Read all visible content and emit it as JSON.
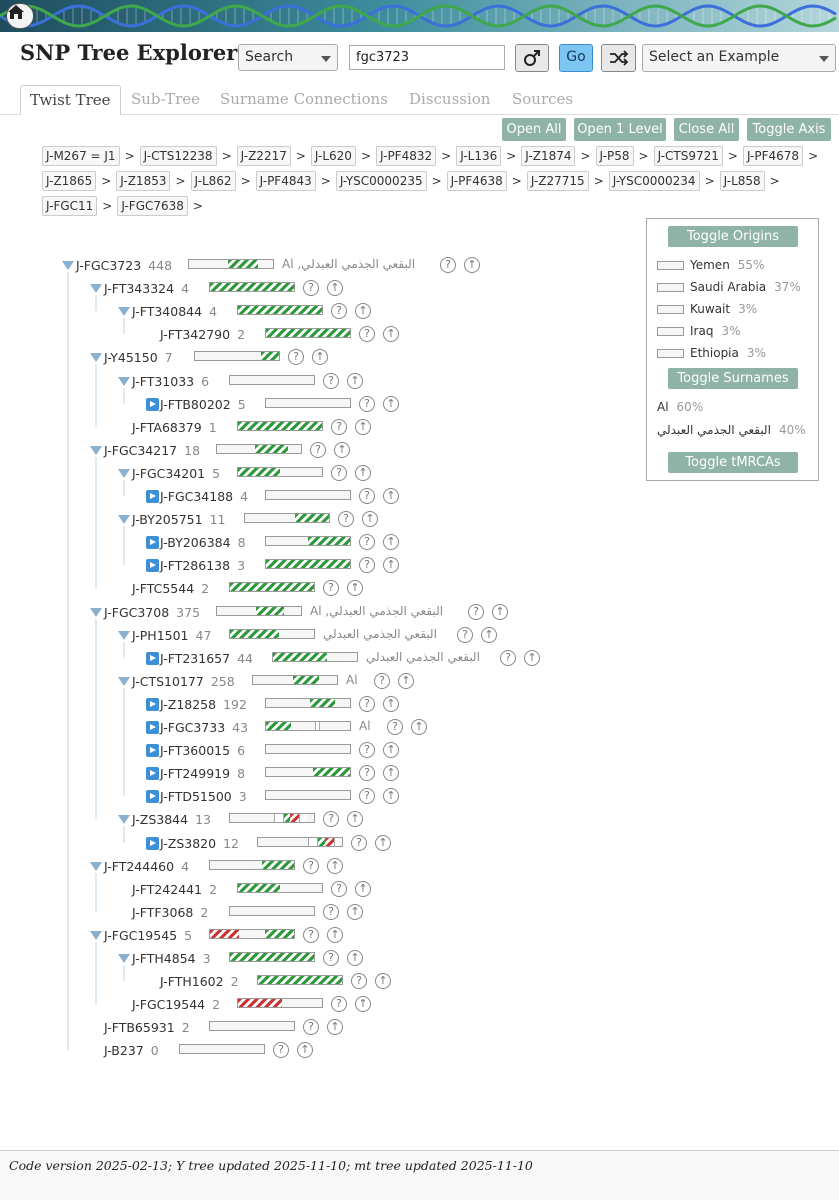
{
  "header": {
    "title": "SNP Tree Explorer",
    "search_mode": "Search",
    "search_value": "fgc3723",
    "go_label": "Go",
    "example_placeholder": "Select an Example"
  },
  "tabs": [
    "Twist Tree",
    "Sub-Tree",
    "Surname Connections",
    "Discussion",
    "Sources"
  ],
  "actions": [
    "Open All",
    "Open 1 Level",
    "Close All",
    "Toggle Axis"
  ],
  "breadcrumb": [
    [
      "J-M267 = J1",
      "J-CTS12238",
      "J-Z2217",
      "J-L620",
      "J-PF4832",
      "J-L136",
      "J-Z1874",
      "J-P58",
      "J-CTS9721",
      "J-PF4678"
    ],
    [
      "J-Z1865",
      "J-Z1853",
      "J-L862",
      "J-PF4843",
      "J-YSC0000235",
      "J-PF4638",
      "J-Z27715",
      "J-YSC0000234",
      "J-L858"
    ],
    [
      "J-FGC11",
      "J-FGC7638"
    ]
  ],
  "legend": {
    "origins_button": "Toggle Origins",
    "origins": [
      {
        "name": "Yemen",
        "pct": "55%",
        "type": "ye"
      },
      {
        "name": "Saudi Arabia",
        "pct": "37%",
        "type": "sa"
      },
      {
        "name": "Kuwait",
        "pct": "3%",
        "type": "kw"
      },
      {
        "name": "Iraq",
        "pct": "3%",
        "type": "iq"
      },
      {
        "name": "Ethiopia",
        "pct": "3%",
        "type": "et"
      }
    ],
    "surnames_button": "Toggle Surnames",
    "surnames": [
      {
        "name": "Al",
        "pct": "60%"
      },
      {
        "name": "البقعي الجذمي العبدلي",
        "pct": "40%"
      }
    ],
    "tmrca_button": "Toggle tMRCAs"
  },
  "tree": [
    {
      "snp": "J-FGC3723",
      "count": "448",
      "depth": 0,
      "kind": "open",
      "surname": "Al ,البقعي الجذمي العبدلي",
      "segs": [
        {
          "c": "sa",
          "s": 0.47,
          "w": 0.35
        }
      ]
    },
    {
      "snp": "J-FT343324",
      "count": "4",
      "depth": 1,
      "kind": "open",
      "segs": [
        {
          "c": "sa",
          "s": 0,
          "w": 1
        }
      ]
    },
    {
      "snp": "J-FT340844",
      "count": "4",
      "depth": 2,
      "kind": "open",
      "segs": [
        {
          "c": "sa",
          "s": 0,
          "w": 1
        }
      ]
    },
    {
      "snp": "J-FT342790",
      "count": "2",
      "depth": 3,
      "kind": "leaf",
      "segs": [
        {
          "c": "sa",
          "s": 0,
          "w": 1
        }
      ]
    },
    {
      "snp": "J-Y45150",
      "count": "7",
      "depth": 1,
      "kind": "open",
      "segs": [
        {
          "c": "sa",
          "s": 0.79,
          "w": 0.21
        }
      ]
    },
    {
      "snp": "J-FT31033",
      "count": "6",
      "depth": 2,
      "kind": "open",
      "segs": []
    },
    {
      "snp": "J-FTB80202",
      "count": "5",
      "depth": 3,
      "kind": "closed",
      "segs": []
    },
    {
      "snp": "J-FTA68379",
      "count": "1",
      "depth": 2,
      "kind": "leaf",
      "segs": [
        {
          "c": "sa",
          "s": 0,
          "w": 1
        }
      ]
    },
    {
      "snp": "J-FGC34217",
      "count": "18",
      "depth": 1,
      "kind": "open",
      "segs": [
        {
          "c": "sa",
          "s": 0.45,
          "w": 0.4
        }
      ]
    },
    {
      "snp": "J-FGC34201",
      "count": "5",
      "depth": 2,
      "kind": "open",
      "segs": [
        {
          "c": "sa",
          "s": 0,
          "w": 0.5
        }
      ]
    },
    {
      "snp": "J-FGC34188",
      "count": "4",
      "depth": 3,
      "kind": "closed",
      "segs": []
    },
    {
      "snp": "J-BY205751",
      "count": "11",
      "depth": 2,
      "kind": "open",
      "segs": [
        {
          "c": "sa",
          "s": 0.6,
          "w": 0.4
        }
      ]
    },
    {
      "snp": "J-BY206384",
      "count": "8",
      "depth": 3,
      "kind": "closed",
      "segs": [
        {
          "c": "sa",
          "s": 0.5,
          "w": 0.5
        }
      ]
    },
    {
      "snp": "J-FT286138",
      "count": "3",
      "depth": 3,
      "kind": "closed",
      "segs": [
        {
          "c": "sa",
          "s": 0,
          "w": 1
        }
      ]
    },
    {
      "snp": "J-FTC5544",
      "count": "2",
      "depth": 2,
      "kind": "leaf",
      "segs": [
        {
          "c": "sa",
          "s": 0,
          "w": 1
        }
      ]
    },
    {
      "snp": "J-FGC3708",
      "count": "375",
      "depth": 1,
      "kind": "open",
      "surname": "Al ,البقعي الجذمي العبدلي",
      "segs": [
        {
          "c": "sa",
          "s": 0.47,
          "w": 0.33
        }
      ]
    },
    {
      "snp": "J-PH1501",
      "count": "47",
      "depth": 2,
      "kind": "open",
      "surname": "البقعي الجذمي العبدلي",
      "segs": [
        {
          "c": "sa",
          "s": 0,
          "w": 0.58
        }
      ]
    },
    {
      "snp": "J-FT231657",
      "count": "44",
      "depth": 3,
      "kind": "closed",
      "surname": "البقعي الجذمي العبدلي",
      "segs": [
        {
          "c": "sa",
          "s": 0,
          "w": 0.64
        }
      ]
    },
    {
      "snp": "J-CTS10177",
      "count": "258",
      "depth": 2,
      "kind": "open",
      "surname": "Al",
      "segs": [
        {
          "c": "sa",
          "s": 0.48,
          "w": 0.3
        }
      ]
    },
    {
      "snp": "J-Z18258",
      "count": "192",
      "depth": 3,
      "kind": "closed",
      "segs": [
        {
          "c": "sa",
          "s": 0.52,
          "w": 0.3
        }
      ]
    },
    {
      "snp": "J-FGC3733",
      "count": "43",
      "depth": 3,
      "kind": "closed",
      "surname": "Al",
      "segs": [
        {
          "c": "sa",
          "s": 0,
          "w": 0.3
        },
        {
          "c": "et",
          "s": 0.58,
          "w": 0.06
        }
      ]
    },
    {
      "snp": "J-FT360015",
      "count": "6",
      "depth": 3,
      "kind": "closed",
      "segs": []
    },
    {
      "snp": "J-FT249919",
      "count": "8",
      "depth": 3,
      "kind": "closed",
      "segs": [
        {
          "c": "sa",
          "s": 0.56,
          "w": 0.44
        }
      ]
    },
    {
      "snp": "J-FTD51500",
      "count": "3",
      "depth": 3,
      "kind": "closed",
      "segs": []
    },
    {
      "snp": "J-ZS3844",
      "count": "13",
      "depth": 2,
      "kind": "open",
      "segs": [
        {
          "c": "et",
          "s": 0.52,
          "w": 0.12
        },
        {
          "c": "sa",
          "s": 0.64,
          "w": 0.08
        },
        {
          "c": "iq",
          "s": 0.72,
          "w": 0.1
        },
        {
          "c": "kw",
          "s": 0.82,
          "w": 0.08
        }
      ]
    },
    {
      "snp": "J-ZS3820",
      "count": "12",
      "depth": 3,
      "kind": "closed",
      "segs": [
        {
          "c": "et",
          "s": 0.6,
          "w": 0.12
        },
        {
          "c": "sa",
          "s": 0.72,
          "w": 0.08
        },
        {
          "c": "iq",
          "s": 0.8,
          "w": 0.1
        },
        {
          "c": "kw",
          "s": 0.9,
          "w": 0.05
        }
      ]
    },
    {
      "snp": "J-FT244460",
      "count": "4",
      "depth": 1,
      "kind": "open",
      "segs": [
        {
          "c": "sa",
          "s": 0.62,
          "w": 0.38
        }
      ]
    },
    {
      "snp": "J-FT242441",
      "count": "2",
      "depth": 2,
      "kind": "leaf",
      "segs": [
        {
          "c": "sa",
          "s": 0,
          "w": 0.5
        }
      ]
    },
    {
      "snp": "J-FTF3068",
      "count": "2",
      "depth": 2,
      "kind": "leaf",
      "segs": []
    },
    {
      "snp": "J-FGC19545",
      "count": "5",
      "depth": 1,
      "kind": "open",
      "segs": [
        {
          "c": "iq",
          "s": 0,
          "w": 0.35
        },
        {
          "c": "sa",
          "s": 0.65,
          "w": 0.35
        }
      ]
    },
    {
      "snp": "J-FTH4854",
      "count": "3",
      "depth": 2,
      "kind": "open",
      "segs": [
        {
          "c": "sa",
          "s": 0,
          "w": 1
        }
      ]
    },
    {
      "snp": "J-FTH1602",
      "count": "2",
      "depth": 3,
      "kind": "leaf",
      "segs": [
        {
          "c": "sa",
          "s": 0,
          "w": 1
        }
      ]
    },
    {
      "snp": "J-FGC19544",
      "count": "2",
      "depth": 2,
      "kind": "leaf",
      "segs": [
        {
          "c": "iq",
          "s": 0,
          "w": 0.52
        }
      ]
    },
    {
      "snp": "J-FTB65931",
      "count": "2",
      "depth": 1,
      "kind": "leaf",
      "segs": []
    },
    {
      "snp": "J-B237",
      "count": "0",
      "depth": 1,
      "kind": "leaf",
      "segs": []
    }
  ],
  "footer": "Code version 2025-02-13; Y tree updated 2025-11-10; mt tree updated 2025-11-10"
}
